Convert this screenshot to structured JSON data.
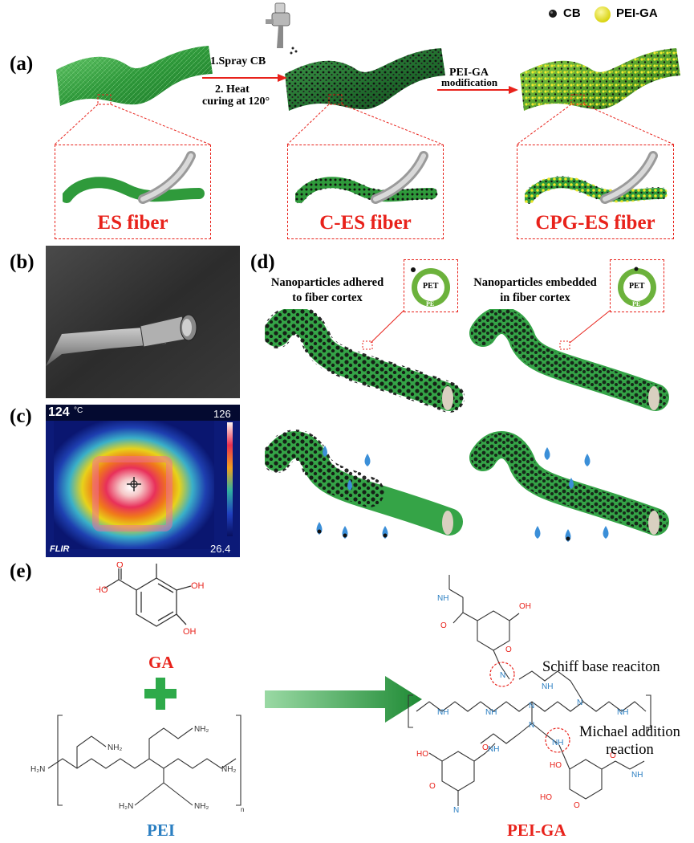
{
  "panel_a": {
    "label": "(a)",
    "step1_line1": "1.Spray CB",
    "step1_line2": "2. Heat",
    "step1_line3": "curing at 120°",
    "step2_line1": "PEI-GA",
    "step2_line2": "modification",
    "legend_cb": "CB",
    "legend_peiga": "PEI-GA",
    "fiber1": "ES fiber",
    "fiber2": "C-ES fiber",
    "fiber3": "CPG-ES fiber",
    "colors": {
      "fiber_green": "#3daa45",
      "cb_black": "#111111",
      "peiga_yellow": "#e6e22a",
      "accent_red": "#e8221b"
    }
  },
  "panel_b": {
    "label": "(b)"
  },
  "panel_c": {
    "label": "(c)",
    "temp_readout": "124",
    "temp_unit": "°C",
    "scale_max": "126",
    "scale_min": "26.4",
    "brand": "FLIR"
  },
  "panel_d": {
    "label": "(d)",
    "left_caption_1": "Nanoparticles adhered",
    "left_caption_2": "to fiber cortex",
    "right_caption_1": "Nanoparticles embedded",
    "right_caption_2": "in fiber cortex",
    "core_label": "PET",
    "shell_label": "PE",
    "colors": {
      "fiber_green": "#3daa45",
      "water_blue": "#3b8fd8"
    }
  },
  "panel_e": {
    "label": "(e)",
    "ga_name": "GA",
    "pei_name": "PEI",
    "product_name": "PEI-GA",
    "reaction1": "Schiff base reaciton",
    "reaction2_line1": "Michael addition",
    "reaction2_line2": "reaction",
    "atoms": {
      "OH": "OH",
      "HO": "HO",
      "O": "O",
      "NH": "NH",
      "N": "N",
      "NH2": "NH₂",
      "H2N": "H₂N",
      "n": "n"
    },
    "colors": {
      "oxygen_red": "#e8221b",
      "nitrogen_blue": "#2b7fc2",
      "plus_green": "#2eaa4a"
    }
  }
}
